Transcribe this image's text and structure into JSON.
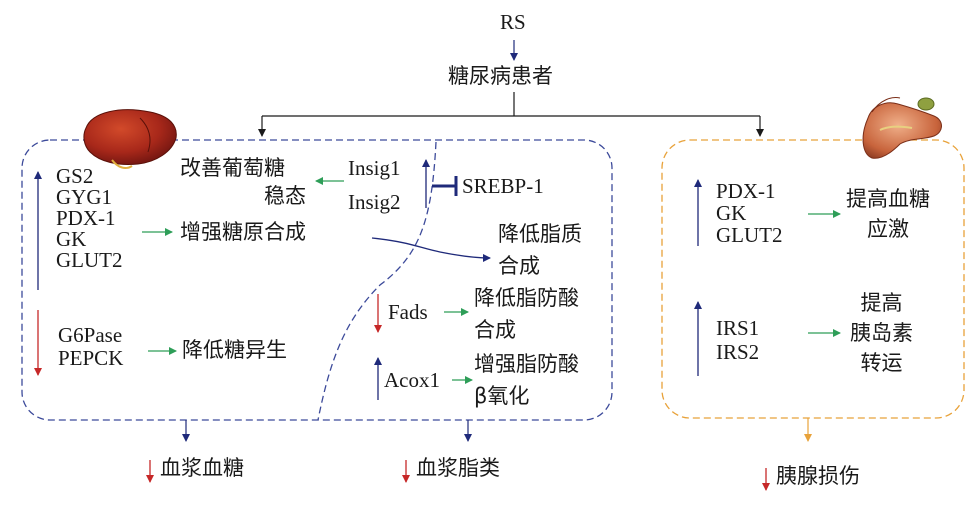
{
  "top": {
    "rs": "RS",
    "patients": "糖尿病患者"
  },
  "liver": {
    "genes_up": [
      "GS2",
      "GYG1",
      "PDX-1",
      "GK",
      "GLUT2"
    ],
    "effect_glycogen": "增强糖原合成",
    "effect_glucose_line1": "改善葡萄糖",
    "effect_glucose_line2": "稳态",
    "insig1": "Insig1",
    "insig2": "Insig2",
    "srebp": "SREBP-1",
    "effect_lipid_line1": "降低脂质",
    "effect_lipid_line2": "合成",
    "genes_down": [
      "G6Pase",
      "PEPCK"
    ],
    "effect_gluconeo": "降低糖异生",
    "fads": "Fads",
    "effect_fa_syn_line1": "降低脂防酸",
    "effect_fa_syn_line2": "合成",
    "acox1": "Acox1",
    "effect_fa_ox_line1": "增强脂防酸",
    "effect_fa_ox_line2": "β氧化"
  },
  "pancreas": {
    "genes_a": [
      "PDX-1",
      "GK",
      "GLUT2"
    ],
    "effect_a": [
      "提高血糖",
      "应激"
    ],
    "genes_b": [
      "IRS1",
      "IRS2"
    ],
    "effect_b": [
      "提高",
      "胰岛素",
      "转运"
    ]
  },
  "outcomes": {
    "blood_glucose": "血浆血糖",
    "blood_lipid": "血浆脂类",
    "pancreas_damage": "胰腺损伤"
  },
  "colors": {
    "up_arrow": "#1f2a7a",
    "down_arrow": "#c62828",
    "green_arrow": "#2e9e58",
    "box_liver": "#3c4a9a",
    "box_pancreas": "#e8a23a",
    "inhibit": "#1f2a7a"
  },
  "icons": [
    "liver-icon",
    "pancreas-icon"
  ]
}
